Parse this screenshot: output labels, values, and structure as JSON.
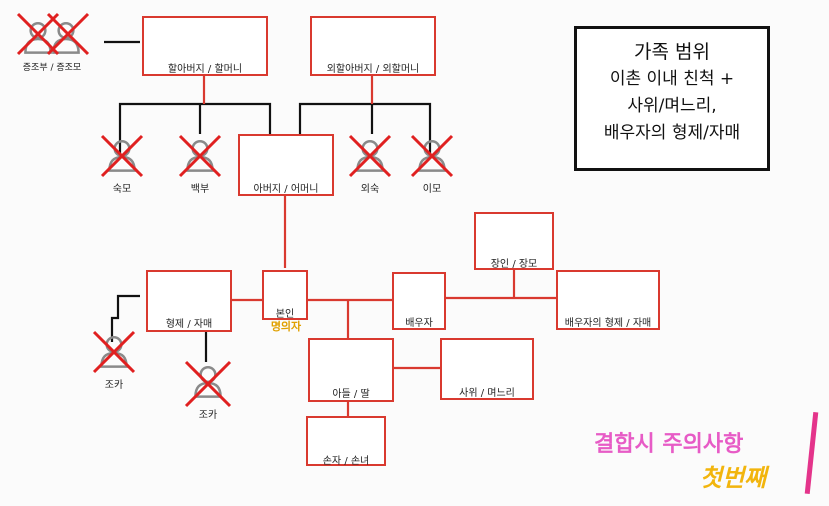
{
  "legend": {
    "title": "가족 범위",
    "line1": "이촌 이내  친척 +",
    "line2": "사위/며느리,",
    "line3": "배우자의 형제/자매"
  },
  "banner": {
    "line1": "결합시 주의사항",
    "line2": "첫번째"
  },
  "colors": {
    "male": "#1f4e9c",
    "female": "#e47a3a",
    "excluded": "#e02020",
    "line": "#d9392f"
  },
  "nodes": {
    "great_grandparents": "증조부 / 증조모",
    "grandparents_paternal": "할아버지 / 할머니",
    "grandparents_maternal": "외할아버지 / 외할머니",
    "uncle_paternal_wife": "숙모",
    "uncle_paternal": "백부",
    "parents": "아버지 / 어머니",
    "uncle_maternal": "외숙",
    "aunt_maternal": "이모",
    "parents_in_law": "장인 / 장모",
    "siblings": "형제 / 자매",
    "self": "본인",
    "name_holder": "명의자",
    "spouse": "배우자",
    "spouse_siblings": "배우자의 형제 / 자매",
    "nephew1": "조카",
    "nephew2": "조카",
    "children": "아들 / 딸",
    "children_in_law": "사위 / 며느리",
    "grandchildren": "손자 / 손녀"
  }
}
